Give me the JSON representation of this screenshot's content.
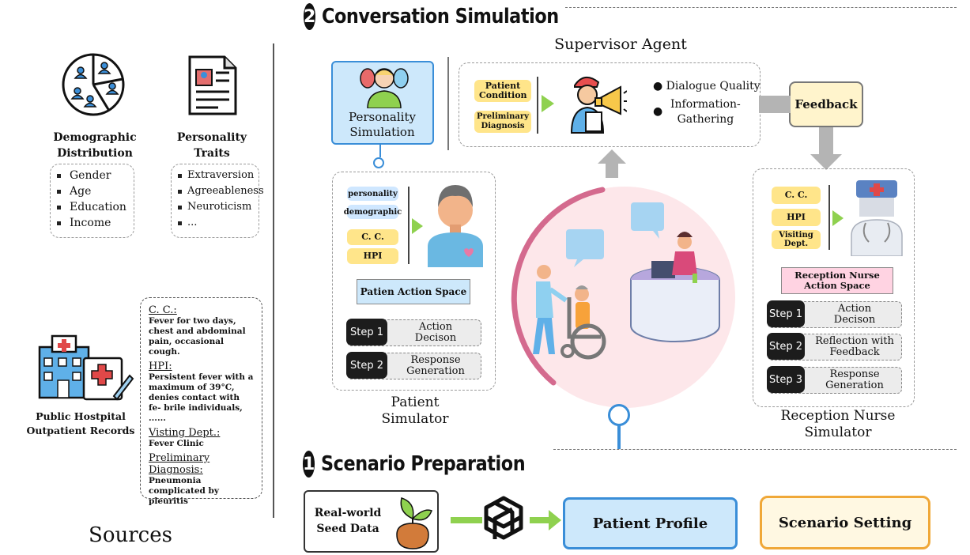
{
  "sources": {
    "title": "Sources",
    "demographic": {
      "title_line1": "Demographic",
      "title_line2": "Distribution",
      "items": [
        "Gender",
        "Age",
        "Education",
        "Income"
      ]
    },
    "personality": {
      "title_line1": "Personality",
      "title_line2": "Traits",
      "items": [
        "Extraversion",
        "Agreeableness",
        "Neuroticism",
        "..."
      ]
    },
    "hospital_label_line1": "Public Hostpital",
    "hospital_label_line2": "Outpatient Records",
    "record": {
      "cc_label": "C. C.:",
      "cc_text": "Fever for two days, chest and abdominal pain, occasional cough.",
      "hpi_label": "HPI:",
      "hpi_text": "Persistent fever with a maximum of 39°C, denies contact with fe- brile individuals, ......",
      "dept_label": "Visting Dept.:",
      "dept_text": "Fever Clinic",
      "diag_label_line1": "Preliminary",
      "diag_label_line2": "Diagnosis:",
      "diag_text": "Pneumonia complicated by pleuritis"
    }
  },
  "section2": {
    "number": "2",
    "title": "Conversation Simulation"
  },
  "section1": {
    "number": "1",
    "title": "Scenario Preparation"
  },
  "supervisor": {
    "title": "Supervisor Agent",
    "chip_condition": "Patient Condition",
    "chip_diagnosis": "Preliminary Diagnosis",
    "bullet1": "Dialogue Quality",
    "bullet2_line1": "Information-",
    "bullet2_line2": "Gathering"
  },
  "personality_sim": {
    "line1": "Personality",
    "line2": "Simulation"
  },
  "feedback": "Feedback",
  "patient": {
    "chip_personality": "personality",
    "chip_demographic": "demographic",
    "chip_cc": "C. C.",
    "chip_hpi": "HPI",
    "action_space": "Patien Action Space",
    "steps": [
      {
        "tag": "Step 1",
        "line1": "Action",
        "line2": "Decison"
      },
      {
        "tag": "Step 2",
        "line1": "Response",
        "line2": "Generation"
      }
    ],
    "label_line1": "Patient",
    "label_line2": "Simulator"
  },
  "nurse": {
    "chip_cc": "C. C.",
    "chip_hpi": "HPI",
    "chip_dept_line1": "Visiting",
    "chip_dept_line2": "Dept.",
    "action_space_line1": "Reception Nurse",
    "action_space_line2": "Action Space",
    "steps": [
      {
        "tag": "Step 1",
        "line1": "Action",
        "line2": "Decison"
      },
      {
        "tag": "Step 2",
        "line1": "Reflection with",
        "line2": "Feedback"
      },
      {
        "tag": "Step 3",
        "line1": "Response",
        "line2": "Generation"
      }
    ],
    "label_line1": "Reception Nurse",
    "label_line2": "Simulator"
  },
  "scenario": {
    "seed_line1": "Real-world",
    "seed_line2": "Seed Data",
    "patient_profile": "Patient Profile",
    "scenario_setting": "Scenario Setting"
  },
  "colors": {
    "blue_box": "#cde8fb",
    "blue_border": "#3a8ed8",
    "yellow_chip": "#ffe58a",
    "green_arrow": "#8fd14f",
    "gray_arrow": "#b4b4b4",
    "pink_box": "#ffd3e2",
    "orange_border": "#f0a838",
    "feedback_fill": "#fff4cc"
  }
}
